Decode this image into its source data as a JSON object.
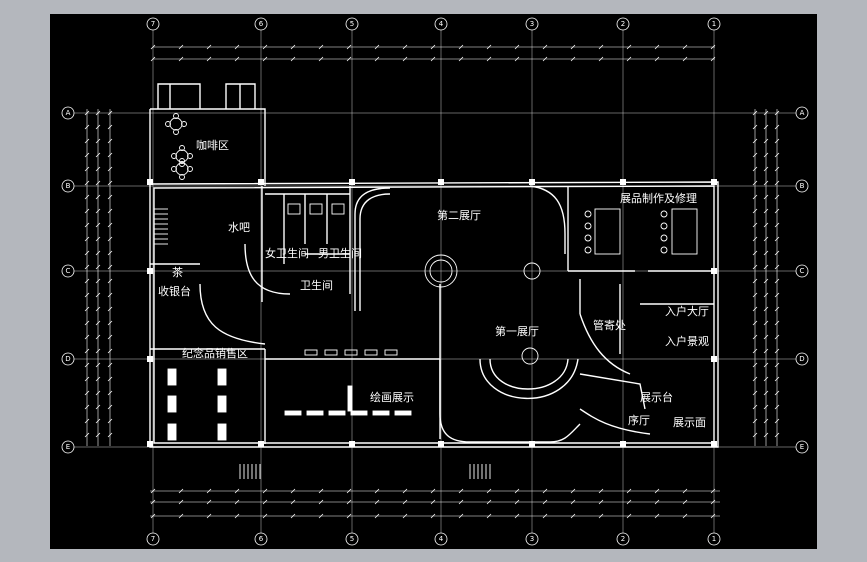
{
  "colors": {
    "window_frame": "#b4b7bd",
    "canvas": "#000000",
    "lines": "#ffffff",
    "grid_lines": "#c8c8c8"
  },
  "axes": {
    "top": [
      "7",
      "6",
      "5",
      "4",
      "3",
      "2",
      "1"
    ],
    "bottom": [
      "7",
      "6",
      "5",
      "4",
      "3",
      "2",
      "1"
    ],
    "left": [
      "A",
      "B",
      "C",
      "D",
      "E"
    ],
    "right": [
      "A",
      "B",
      "C",
      "D",
      "E"
    ]
  },
  "rooms": {
    "cafe": "咖啡区",
    "water_bar": "水吧",
    "female_wc": "女卫生间",
    "male_wc": "男卫生间",
    "restroom": "卫生间",
    "hall_2": "第二展厅",
    "workshop": "展品制作及修理",
    "cashier_1": "茶",
    "cashier_2": "收银台",
    "souvenir": "纪念品销售区",
    "hall_1": "第一展厅",
    "cloakroom": "管寄处",
    "entrance_hall": "入户大厅",
    "entrance_scene": "入户景观",
    "painting": "绘画展示",
    "display_stand": "展示台",
    "foyer": "序厅",
    "display_face": "展示面"
  }
}
